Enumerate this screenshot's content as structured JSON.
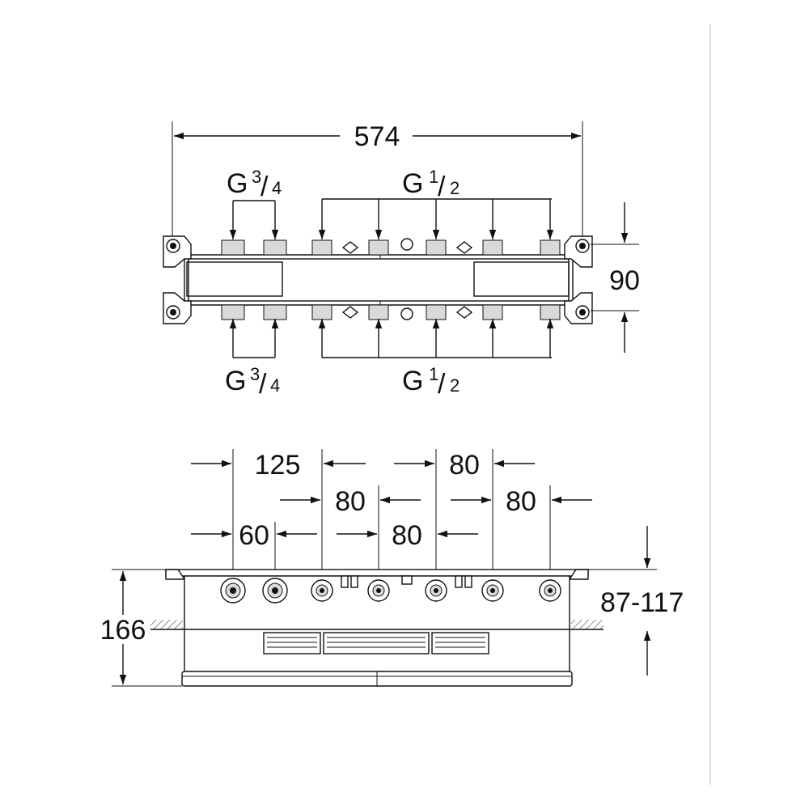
{
  "top_view": {
    "width_label": "574",
    "height_label": "90",
    "inlet_top_label": {
      "base": "G",
      "num": "3",
      "den": "4"
    },
    "outlet_top_label": {
      "base": "G",
      "num": "1",
      "den": "2"
    },
    "inlet_bottom_label": {
      "base": "G",
      "num": "3",
      "den": "4"
    },
    "outlet_bottom_label": {
      "base": "G",
      "num": "1",
      "den": "2"
    }
  },
  "front_view": {
    "spacing_125": "125",
    "spacing_80_a": "80",
    "spacing_80_b": "80",
    "spacing_80_c": "80",
    "spacing_60": "60",
    "spacing_80_d": "80",
    "height_label": "166",
    "depth_range_label": "87-117"
  }
}
